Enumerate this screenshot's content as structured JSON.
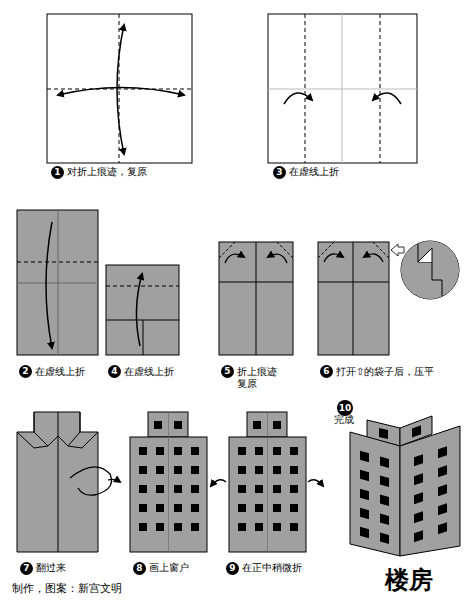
{
  "diagram": {
    "title": "楼房",
    "labels": [
      "1",
      "对折上痕迹，复原",
      "3",
      "在虚线上折",
      "2",
      "在虚线上折",
      "4",
      "在虚线上折",
      "5",
      "折上痕迹 复原",
      "6",
      "打开⇧的袋子后，压平",
      "7",
      "翻过来",
      "8",
      "画上窗户",
      "9",
      "在正中稍微折",
      "10",
      "完成",
      "制作，图案：新宫文明"
    ]
  }
}
